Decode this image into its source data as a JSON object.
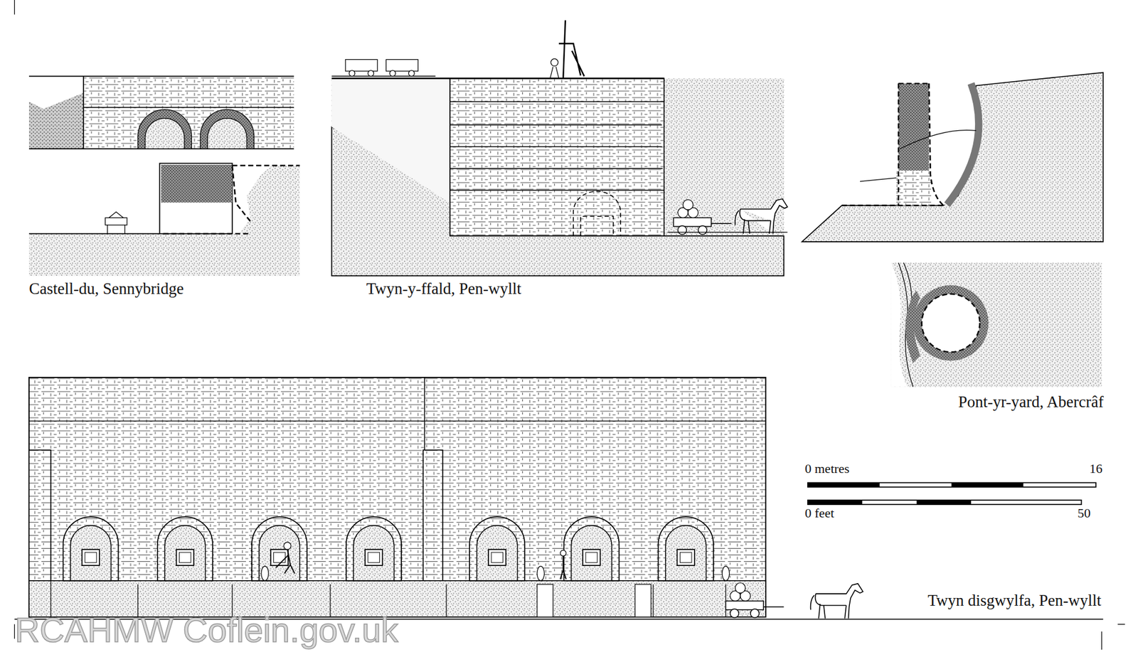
{
  "diagram": {
    "labels": [
      "Castell-du, Sennybridge",
      "Twyn-y-ffald, Pen-wyllt",
      "Pont-yr-yard, Abercrâf",
      "0 metres",
      "16",
      "0 feet",
      "50",
      "Twyn disgwylfa, Pen-wyllt",
      "RCAHMW Coflein.gov.uk"
    ]
  }
}
